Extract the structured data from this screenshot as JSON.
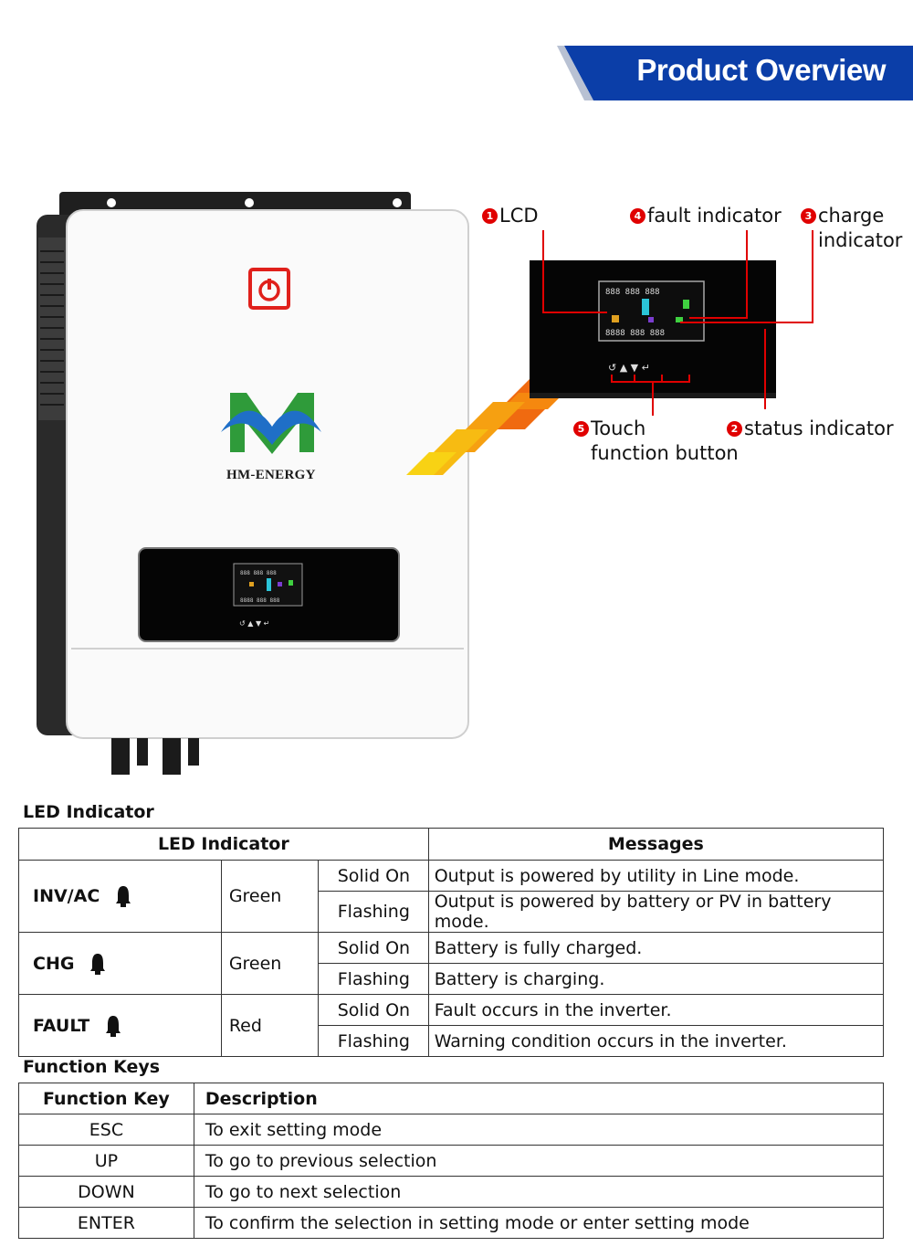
{
  "header": {
    "title": "Product Overview",
    "banner_color": "#0b3ea8"
  },
  "device": {
    "brand": "HM-ENERGY"
  },
  "callouts": [
    {
      "num": "1",
      "text": "LCD"
    },
    {
      "num": "4",
      "text": "fault indicator"
    },
    {
      "num": "3",
      "text": "charge\nindicator"
    },
    {
      "num": "5",
      "text": "Touch\nfunction button"
    },
    {
      "num": "2",
      "text": "status indicator"
    }
  ],
  "led_section": {
    "title": "LED Indicator",
    "headers": {
      "indicator": "LED Indicator",
      "messages": "Messages"
    },
    "rows": [
      {
        "name": "INV/AC",
        "color": "Green",
        "states": [
          {
            "state": "Solid On",
            "message": "Output is powered by utility in Line mode."
          },
          {
            "state": "Flashing",
            "message": "Output is powered by battery or PV in battery mode."
          }
        ]
      },
      {
        "name": "CHG",
        "color": "Green",
        "states": [
          {
            "state": "Solid On",
            "message": "Battery is fully charged."
          },
          {
            "state": "Flashing",
            "message": "Battery is charging."
          }
        ]
      },
      {
        "name": "FAULT",
        "color": "Red",
        "states": [
          {
            "state": "Solid On",
            "message": "Fault occurs in the inverter."
          },
          {
            "state": "Flashing",
            "message": "Warning condition occurs in the inverter."
          }
        ]
      }
    ]
  },
  "function_keys": {
    "title": "Function Keys",
    "headers": {
      "key": "Function Key",
      "description": "Description"
    },
    "rows": [
      {
        "key": "ESC",
        "description": "To exit setting mode"
      },
      {
        "key": "UP",
        "description": "To go to previous selection"
      },
      {
        "key": "DOWN",
        "description": "To go to next selection"
      },
      {
        "key": "ENTER",
        "description": "To confirm the selection in setting mode or enter setting mode"
      }
    ]
  }
}
